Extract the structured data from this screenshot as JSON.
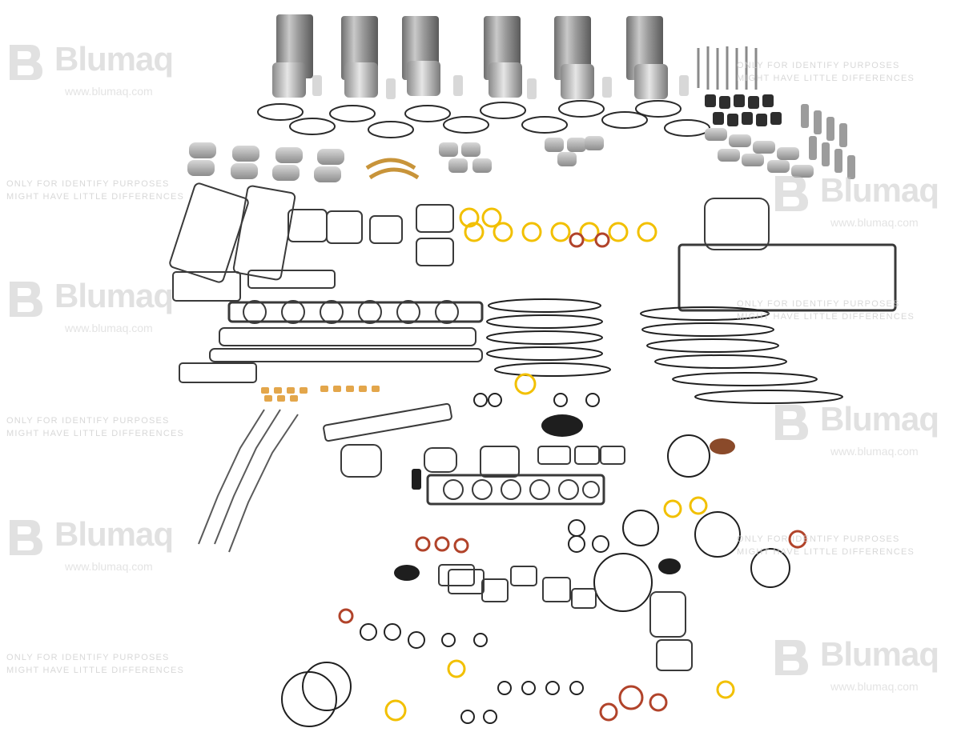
{
  "photo": {
    "description_icon": "engine-overhaul-kit-photo"
  },
  "watermark": {
    "brand": "Blumaq",
    "url": "www.blumaq.com",
    "url_alt": "www.blumaq.com",
    "disclaimer_line1": "ONLY  FOR  IDENTIFY  PURPOSES",
    "disclaimer_line2": "MIGHT  HAVE  LITTLE  DIFFERENCES",
    "logo_color": "#c4c4c4"
  }
}
